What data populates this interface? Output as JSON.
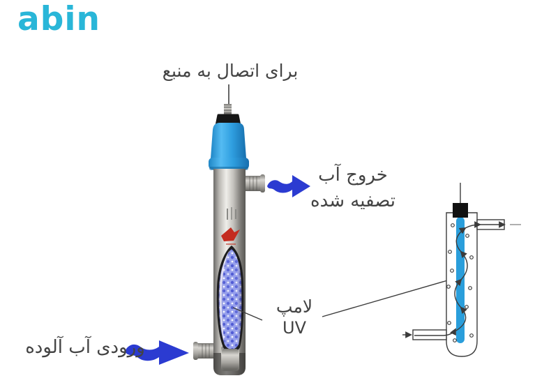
{
  "logo": {
    "text": "abin"
  },
  "annotations": {
    "top_label": "برای اتصال به منبع",
    "outlet_line1": "خروج آب",
    "outlet_line2": "تصفیه شده",
    "inlet_label": "ورودی آب آلوده",
    "lamp_line1": "لامپ",
    "lamp_line2": "UV"
  },
  "icons": {
    "outlet_arrow": "arrow-right",
    "inlet_arrow": "arrow-right"
  },
  "colors": {
    "background": "#ffffff",
    "brand_cyan": "#29b6d8",
    "arrow_blue": "#2b3bd1",
    "cap_blue": "#2da6e6",
    "schematic_lamp_blue": "#2a9edb",
    "line_dark": "#3b3b3b",
    "text": "#434343"
  }
}
